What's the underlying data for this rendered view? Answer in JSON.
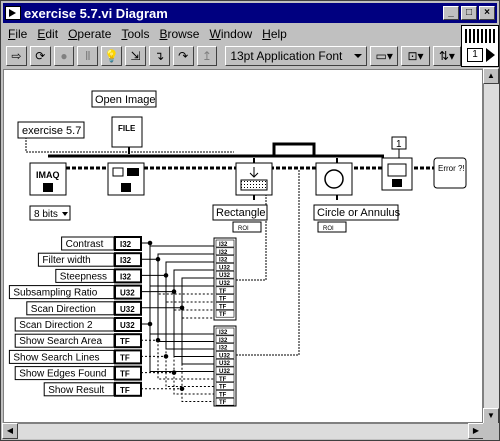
{
  "window": {
    "title": "exercise 5.7.vi Diagram"
  },
  "menu": [
    "File",
    "Edit",
    "Operate",
    "Tools",
    "Browse",
    "Window",
    "Help"
  ],
  "toolbar": {
    "font": "13pt Application Font"
  },
  "connector": {
    "number": "1"
  },
  "diagram": {
    "constants": {
      "file_name": "exercise 5.7",
      "image_type": "8 bits",
      "open_image": "Open Image",
      "index": "1"
    },
    "subvi": {
      "imaq_label": "IMAQ",
      "file_label": "FILE",
      "error_label": "Error ?!"
    },
    "labels": {
      "rectangle": "Rectangle",
      "circle": "Circle or Annulus"
    },
    "cluster_tag": "ROI",
    "controls": [
      {
        "label": "Contrast",
        "type": "I32"
      },
      {
        "label": "Filter width",
        "type": "I32"
      },
      {
        "label": "Steepness",
        "type": "I32"
      },
      {
        "label": "Subsampling Ratio",
        "type": "U32"
      },
      {
        "label": "Scan Direction",
        "type": "U32"
      },
      {
        "label": "Scan Direction 2",
        "type": "U32"
      },
      {
        "label": "Show Search Area",
        "type": "TF"
      },
      {
        "label": "Show Search Lines",
        "type": "TF"
      },
      {
        "label": "Show Edges Found",
        "type": "TF"
      },
      {
        "label": "Show Result",
        "type": "TF"
      }
    ],
    "bundle_types": [
      "I32",
      "I32",
      "I32",
      "U32",
      "U32",
      "U32",
      "TF",
      "TF",
      "TF",
      "TF"
    ]
  }
}
